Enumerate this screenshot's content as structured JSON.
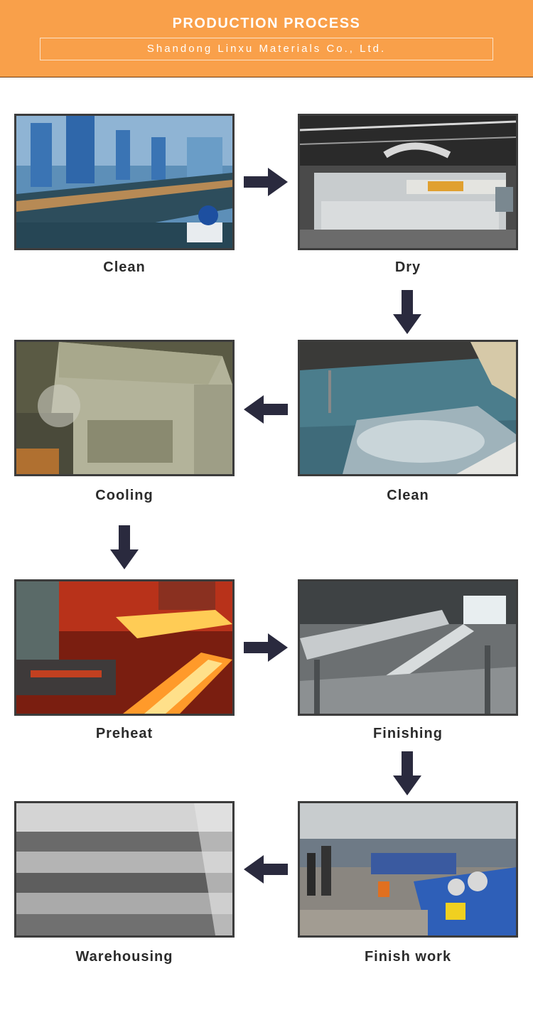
{
  "header": {
    "title": "PRODUCTION PROCESS",
    "subtitle": "Shandong Linxu Materials Co., Ltd."
  },
  "steps": [
    {
      "label": "Clean",
      "image": "factory-cleaning-line"
    },
    {
      "label": "Dry",
      "image": "drying-oven-line"
    },
    {
      "label": "Clean",
      "image": "cleaning-tank"
    },
    {
      "label": "Cooling",
      "image": "cooling-machine"
    },
    {
      "label": "Preheat",
      "image": "hot-steel-rolling"
    },
    {
      "label": "Finishing",
      "image": "steel-channel-finishing"
    },
    {
      "label": "Finish work",
      "image": "workshop-finishing"
    },
    {
      "label": "Warehousing",
      "image": "stacked-angle-steel"
    }
  ],
  "colors": {
    "banner": "#f9a04a",
    "arrow": "#2a2a3e",
    "frame": "#3c3c3c",
    "caption": "#2b2b2b"
  }
}
